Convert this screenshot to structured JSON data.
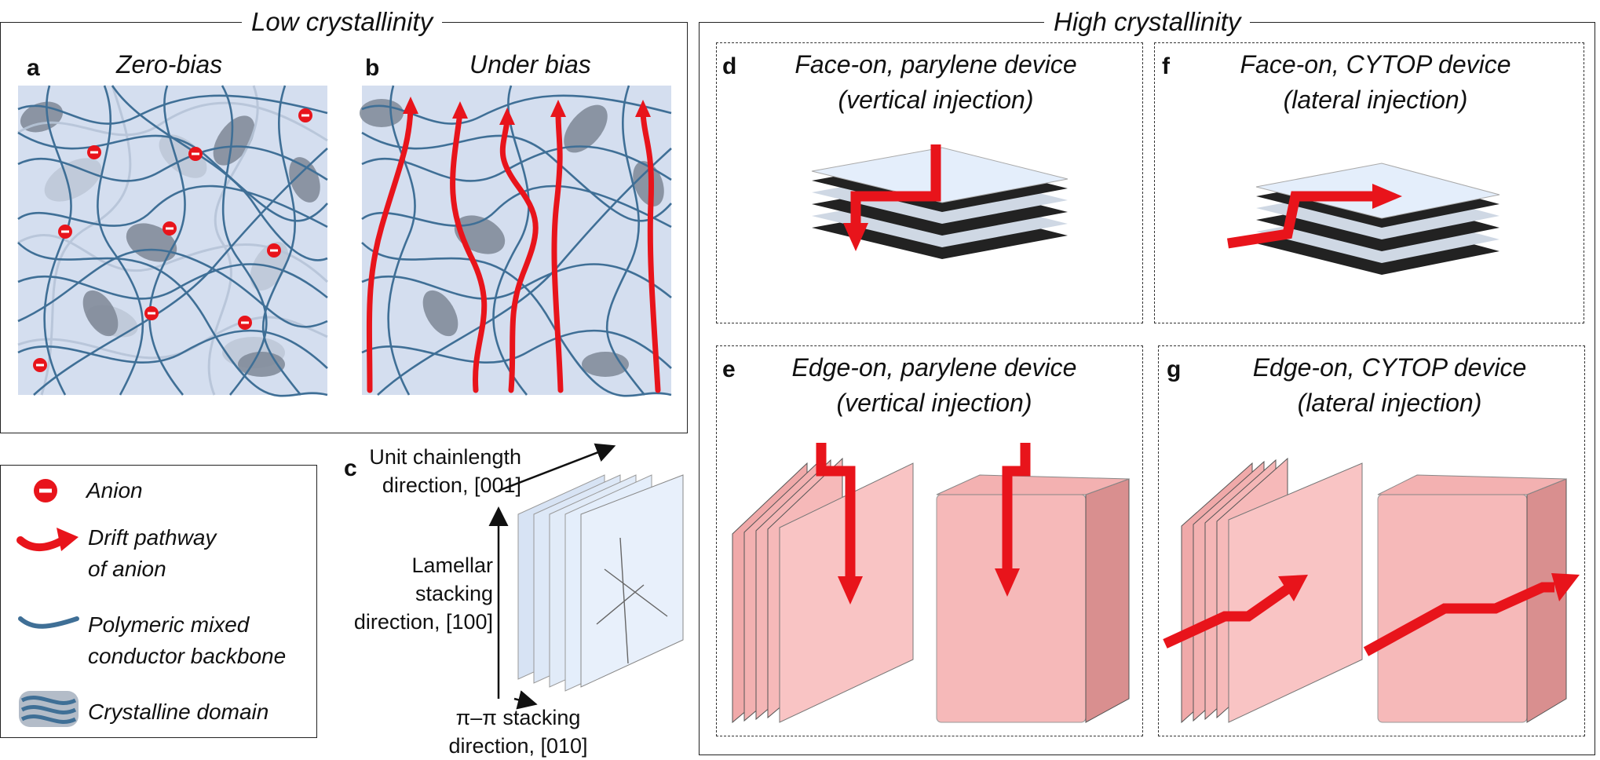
{
  "headings": {
    "low": "Low crystallinity",
    "high": "High crystallinity"
  },
  "panels": {
    "a": {
      "letter": "a",
      "title": "Zero-bias"
    },
    "b": {
      "letter": "b",
      "title": "Under bias"
    },
    "c": {
      "letter": "c",
      "axis_top": [
        "Unit chainlength",
        "direction, [001]"
      ],
      "axis_mid": [
        "Lamellar",
        "stacking",
        "direction, [100]"
      ],
      "axis_bottom": [
        "π–π stacking",
        "direction, [010]"
      ]
    },
    "d": {
      "letter": "d",
      "title": [
        "Face-on, parylene device",
        "(vertical injection)"
      ]
    },
    "f": {
      "letter": "f",
      "title": [
        "Face-on, CYTOP device",
        "(lateral injection)"
      ]
    },
    "e": {
      "letter": "e",
      "title": [
        "Edge-on, parylene device",
        "(vertical injection)"
      ]
    },
    "g": {
      "letter": "g",
      "title": [
        "Edge-on, CYTOP device",
        "(lateral injection)"
      ]
    }
  },
  "legend": {
    "anion": "Anion",
    "drift": [
      "Drift pathway",
      "of anion"
    ],
    "backbone": [
      "Polymeric mixed",
      "conductor backbone"
    ],
    "domain": "Crystalline domain"
  },
  "colors": {
    "anion_red": "#e8141b",
    "backbone_blue": "#3f6f96",
    "panel_bg": "#d4deef",
    "face_on_slab": "#e4eefb",
    "edge_on_slab": "#f6b9b9"
  }
}
